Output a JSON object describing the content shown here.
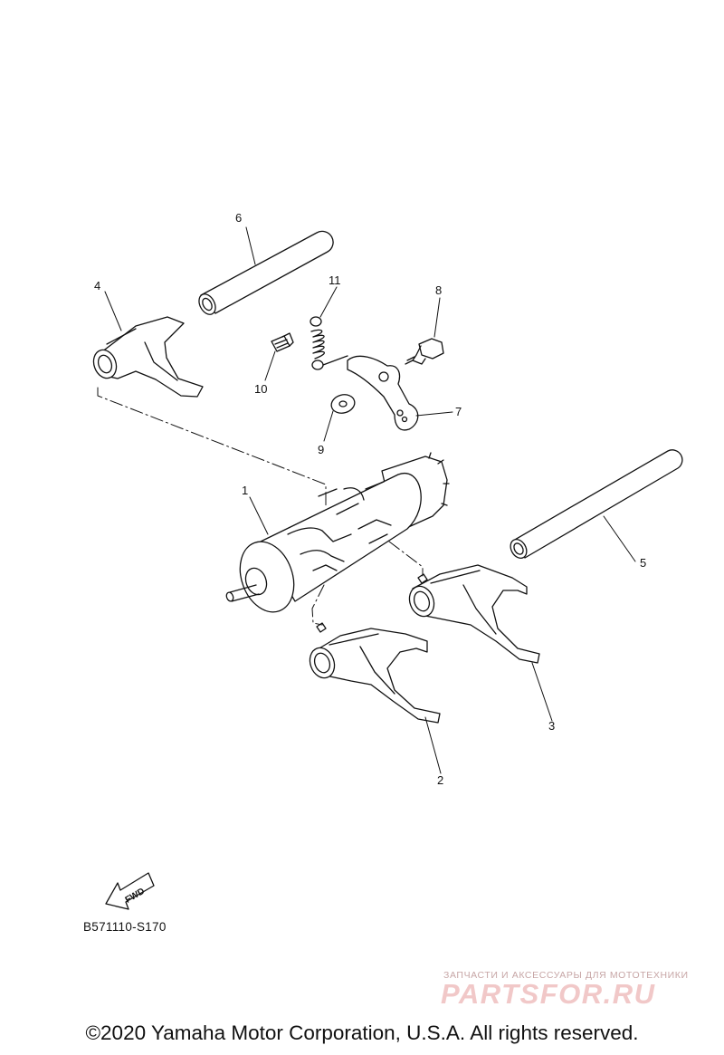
{
  "diagram": {
    "callouts": [
      {
        "id": "1",
        "label": "1"
      },
      {
        "id": "2",
        "label": "2"
      },
      {
        "id": "3",
        "label": "3"
      },
      {
        "id": "4",
        "label": "4"
      },
      {
        "id": "5",
        "label": "5"
      },
      {
        "id": "6",
        "label": "6"
      },
      {
        "id": "7",
        "label": "7"
      },
      {
        "id": "8",
        "label": "8"
      },
      {
        "id": "9",
        "label": "9"
      },
      {
        "id": "10",
        "label": "10"
      },
      {
        "id": "11",
        "label": "11"
      }
    ],
    "fwd_label": "FWD",
    "part_code": "B571110-S170"
  },
  "watermark": {
    "tagline": "ЗАПЧАСТИ И АКСЕССУАРЫ ДЛЯ МОТОТЕХНИКИ",
    "logo": "PARTSFOR.RU"
  },
  "copyright": "©2020 Yamaha Motor Corporation, U.S.A. All rights reserved.",
  "colors": {
    "line": "#111111",
    "background": "#ffffff",
    "watermark": "#f1c8c8"
  }
}
